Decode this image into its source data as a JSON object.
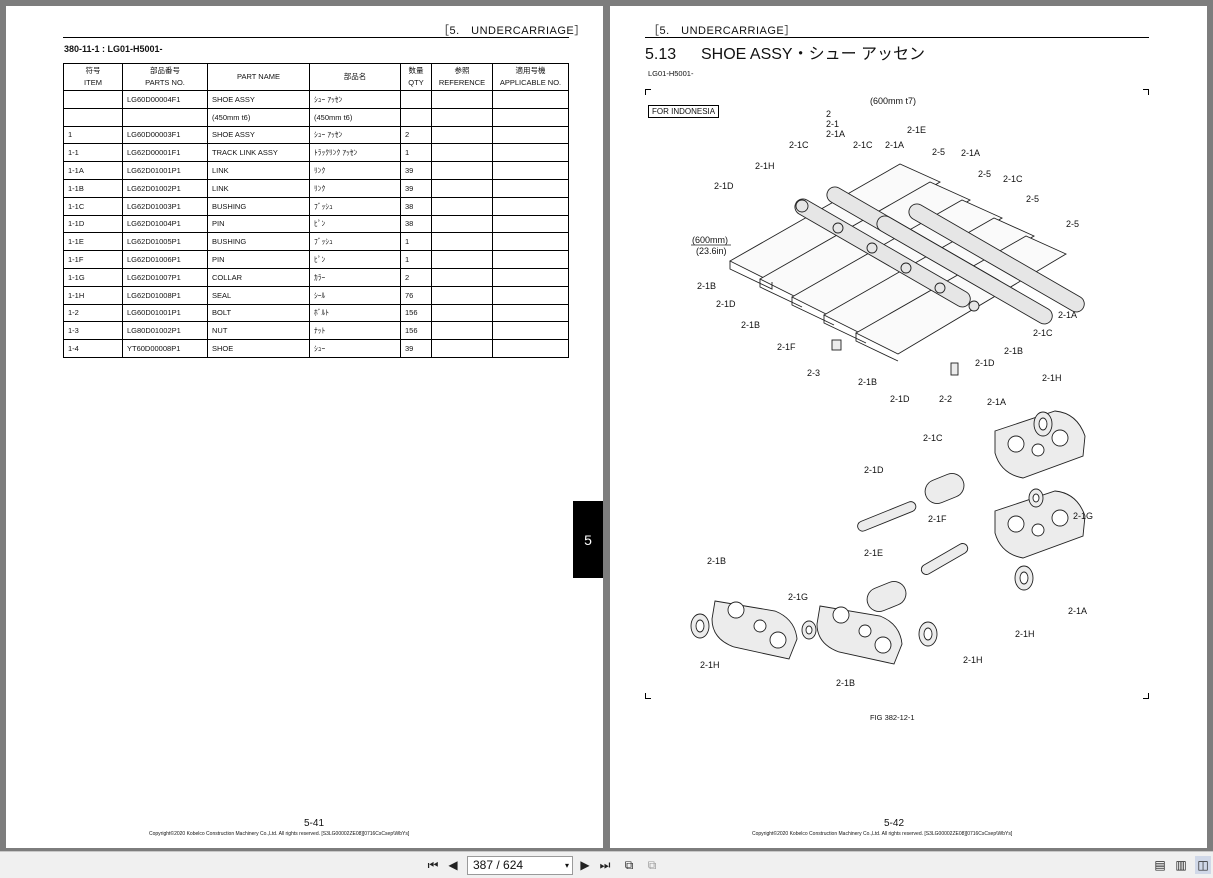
{
  "left_page": {
    "section_header": "［5.　UNDERCARRIAGE］",
    "sheet_id": "380-11-1 : LG01-H5001-",
    "table": {
      "headers": [
        {
          "jp": "符号",
          "en": "ITEM"
        },
        {
          "jp": "部品番号",
          "en": "PARTS NO."
        },
        {
          "jp": "",
          "en": "PART NAME"
        },
        {
          "jp": "部品名",
          "en": ""
        },
        {
          "jp": "数量",
          "en": "QTY"
        },
        {
          "jp": "参照",
          "en": "REFERENCE"
        },
        {
          "jp": "適用号機",
          "en": "APPLICABLE NO."
        }
      ],
      "rows": [
        {
          "item": "",
          "parts_no": "LG60D00004F1",
          "part_name": "SHOE ASSY",
          "name_jp": "ｼｭｰ ｱｯｾﾝ",
          "qty": "",
          "reference": "",
          "applicable": ""
        },
        {
          "item": "",
          "parts_no": "",
          "part_name": "(450mm t6)",
          "name_jp": "(450mm t6)",
          "qty": "",
          "reference": "",
          "applicable": ""
        },
        {
          "item": "1",
          "parts_no": "LG60D00003F1",
          "part_name": "SHOE ASSY",
          "name_jp": "ｼｭｰ ｱｯｾﾝ",
          "qty": "2",
          "reference": "",
          "applicable": ""
        },
        {
          "item": "1-1",
          "parts_no": "LG62D00001F1",
          "part_name": "TRACK LINK ASSY",
          "name_jp": "ﾄﾗｯｸﾘﾝｸ ｱｯｾﾝ",
          "qty": "1",
          "reference": "",
          "applicable": ""
        },
        {
          "item": "1-1A",
          "parts_no": "LG62D01001P1",
          "part_name": "LINK",
          "name_jp": "ﾘﾝｸ",
          "qty": "39",
          "reference": "",
          "applicable": ""
        },
        {
          "item": "1-1B",
          "parts_no": "LG62D01002P1",
          "part_name": "LINK",
          "name_jp": "ﾘﾝｸ",
          "qty": "39",
          "reference": "",
          "applicable": ""
        },
        {
          "item": "1-1C",
          "parts_no": "LG62D01003P1",
          "part_name": "BUSHING",
          "name_jp": "ﾌﾞｯｼｭ",
          "qty": "38",
          "reference": "",
          "applicable": ""
        },
        {
          "item": "1-1D",
          "parts_no": "LG62D01004P1",
          "part_name": "PIN",
          "name_jp": "ﾋﾟﾝ",
          "qty": "38",
          "reference": "",
          "applicable": ""
        },
        {
          "item": "1-1E",
          "parts_no": "LG62D01005P1",
          "part_name": "BUSHING",
          "name_jp": "ﾌﾞｯｼｭ",
          "qty": "1",
          "reference": "",
          "applicable": ""
        },
        {
          "item": "1-1F",
          "parts_no": "LG62D01006P1",
          "part_name": "PIN",
          "name_jp": "ﾋﾟﾝ",
          "qty": "1",
          "reference": "",
          "applicable": ""
        },
        {
          "item": "1-1G",
          "parts_no": "LG62D01007P1",
          "part_name": "COLLAR",
          "name_jp": "ｶﾗｰ",
          "qty": "2",
          "reference": "",
          "applicable": ""
        },
        {
          "item": "1-1H",
          "parts_no": "LG62D01008P1",
          "part_name": "SEAL",
          "name_jp": "ｼｰﾙ",
          "qty": "76",
          "reference": "",
          "applicable": ""
        },
        {
          "item": "1-2",
          "parts_no": "LG60D01001P1",
          "part_name": "BOLT",
          "name_jp": "ﾎﾞﾙﾄ",
          "qty": "156",
          "reference": "",
          "applicable": ""
        },
        {
          "item": "1-3",
          "parts_no": "LG80D01002P1",
          "part_name": "NUT",
          "name_jp": "ﾅｯﾄ",
          "qty": "156",
          "reference": "",
          "applicable": ""
        },
        {
          "item": "1-4",
          "parts_no": "YT60D00008P1",
          "part_name": "SHOE",
          "name_jp": "ｼｭｰ",
          "qty": "39",
          "reference": "",
          "applicable": ""
        }
      ]
    },
    "page_number": "5-41",
    "copyright": "Copyright©2020 Kobelco Construction Machinery Co.,Ltd. All rights reserved. [S3LG00002ZE08][0716CsCsep\\WbYs]",
    "side_tab": "5"
  },
  "right_page": {
    "section_header": "［5.　UNDERCARRIAGE］",
    "section_number": "5.13",
    "section_title": "SHOE ASSY・シュー アッセン",
    "sub_id": "LG01-H5001-",
    "figure_note": "FOR INDONESIA",
    "shoe_width_top": "(600mm t7)",
    "shoe_width_side_1": "(600mm)",
    "shoe_width_side_2": "(23.6in)",
    "figure_caption": "FIG 382-12-1",
    "page_number": "5-42",
    "copyright": "Copyright©2020 Kobelco Construction Machinery Co.,Ltd. All rights reserved. [S3LG00002ZE08][0716CsCsep\\WbYs]",
    "callouts": [
      "2",
      "2-1",
      "2-1A",
      "2-1E",
      "2-1C",
      "2-1C",
      "2-1A",
      "2-5",
      "2-1A",
      "2-1H",
      "2-5",
      "2-1C",
      "2-1D",
      "2-5",
      "2-5",
      "2-1B",
      "2-1D",
      "2-1B",
      "2-1F",
      "2-3",
      "2-1B",
      "2-1D",
      "2-2",
      "2-1D",
      "2-1B",
      "2-1C",
      "2-1A",
      "2-1H",
      "2-1A",
      "2-1C",
      "2-1D",
      "2-1F",
      "2-1G",
      "2-1E",
      "2-1B",
      "2-1G",
      "2-1A",
      "2-1H",
      "2-1H",
      "2-1B",
      "2-1H"
    ]
  },
  "toolbar": {
    "first_icon": "first-page-icon",
    "prev_icon": "prev-page-icon",
    "page_display": "387 / 624",
    "next_icon": "next-page-icon",
    "last_icon": "last-page-icon",
    "back_icon": "go-back-icon",
    "forward_icon": "go-forward-icon",
    "single_page_icon": "single-page-view-icon",
    "continuous_icon": "continuous-view-icon",
    "two_page_icon": "two-page-view-icon"
  }
}
